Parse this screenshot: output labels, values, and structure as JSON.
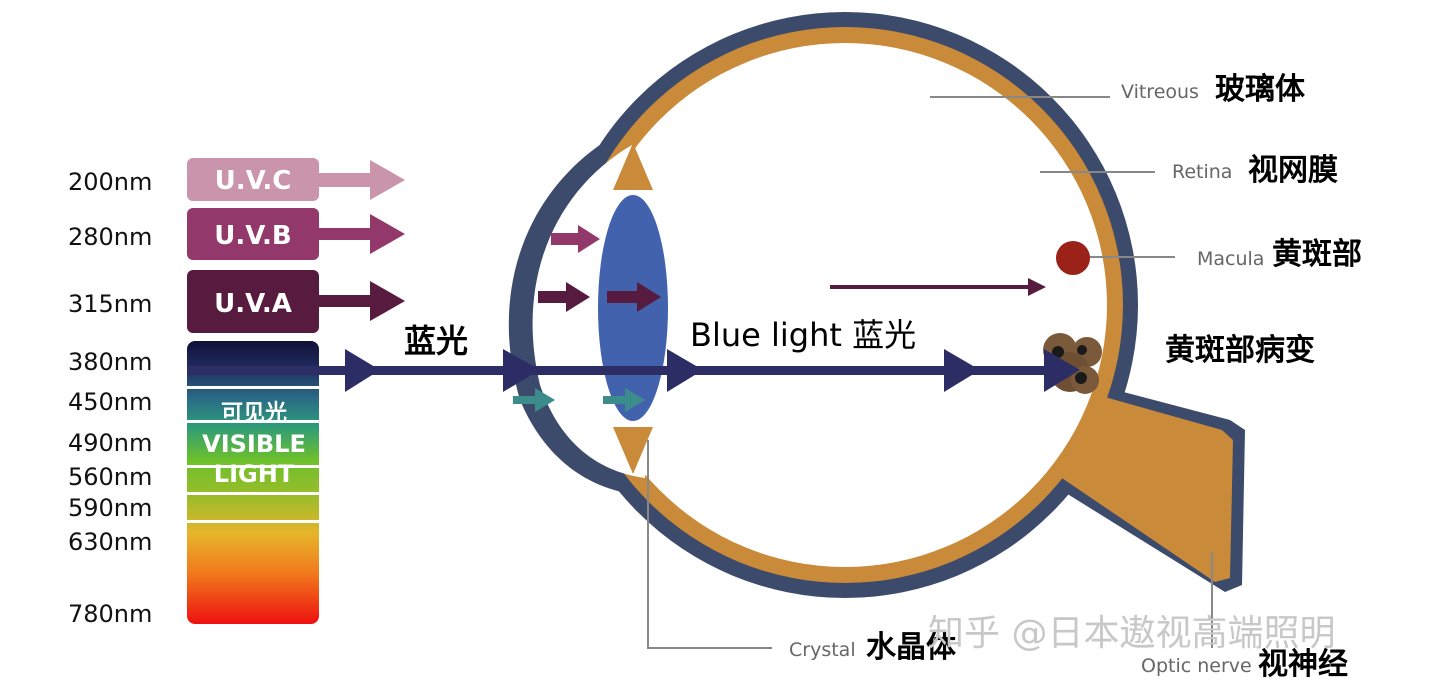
{
  "wavelengths": [
    "200nm",
    "280nm",
    "315nm",
    "380nm",
    "450nm",
    "490nm",
    "560nm",
    "590nm",
    "630nm",
    "780nm"
  ],
  "uv_bands": {
    "uvc": "U.V.C",
    "uvb": "U.V.B",
    "uva": "U.V.A"
  },
  "visible_band": {
    "line1": "可见光",
    "line2": "VISIBLE",
    "line3": "LIGHT"
  },
  "labels": {
    "blue_light_cn": "蓝光",
    "blue_light_center": "Blue light 蓝光"
  },
  "parts": {
    "vitreous": {
      "en": "Vitreous",
      "cn": "玻璃体"
    },
    "retina": {
      "en": "Retina",
      "cn": "视网膜"
    },
    "macula": {
      "en": "Macula",
      "cn": "黄斑部"
    },
    "macular_degeneration": {
      "cn": "黄斑部病变"
    },
    "crystal": {
      "en": "Crystal",
      "cn": "水晶体"
    },
    "optic_nerve": {
      "en": "Optic nerve",
      "cn": "视神经"
    }
  },
  "watermark": "知乎 @日本遨视高端照明",
  "colors": {
    "uvc": "#c994ac",
    "uvb": "#92386a",
    "uva": "#581b40",
    "eye_outline": "#3c4a6c",
    "retina": "#c98a3a",
    "lens": "#4262ae",
    "blue_light": "#2d2d66",
    "macula": "#9a2218"
  }
}
